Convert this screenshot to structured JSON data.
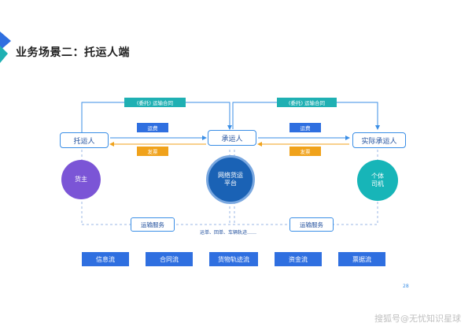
{
  "title": "业务场景二：托运人端",
  "nodes": {
    "shipper": "托运人",
    "carrier": "承运人",
    "actual_carrier": "实际承运人"
  },
  "contracts": {
    "left": "(委托) 运输合同",
    "right": "(委托) 运输合同"
  },
  "tags": {
    "left_fee": "运费",
    "left_invoice": "发票",
    "right_fee": "运费",
    "right_invoice": "发票"
  },
  "circles": {
    "owner": "货主",
    "platform": "网络货运\n平台",
    "driver": "个体\n司机"
  },
  "services": {
    "left": "运输服务",
    "right": "运输服务"
  },
  "service_note": "运单、回单、车辆轨迹……",
  "flows": [
    "信息流",
    "合同流",
    "货物轨迹流",
    "资金流",
    "票据流"
  ],
  "page_number": "28",
  "watermark": "搜狐号@无忧知识星球",
  "colors": {
    "accent_blue": "#2f6fe0",
    "teal": "#1fb0b3",
    "orange": "#f0a21b",
    "owner_circle": "#7b55d6",
    "platform_circle": "#1a62b5",
    "driver_circle": "#17b5b8"
  }
}
